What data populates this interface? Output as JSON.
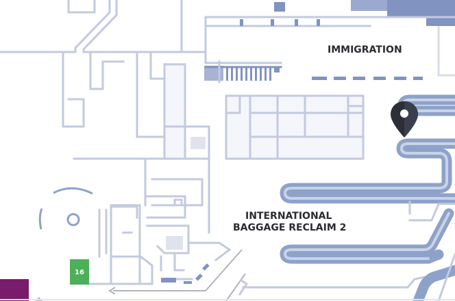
{
  "map": {
    "areas": {
      "immigration": "IMMIGRATION",
      "baggage_reclaim_line1": "INTERNATIONAL",
      "baggage_reclaim_line2": "BAGGAGE RECLAIM 2"
    },
    "gate_marker": {
      "label": "16",
      "color": "#4caf5a"
    },
    "location_pin": {
      "icon": "map-pin-icon",
      "color": "#2c2e38"
    },
    "colors": {
      "walls": "#c3cadf",
      "belts": "#8ea2c9",
      "blocks": "#7f91bf",
      "purple_block": "#7a1c6c"
    }
  }
}
